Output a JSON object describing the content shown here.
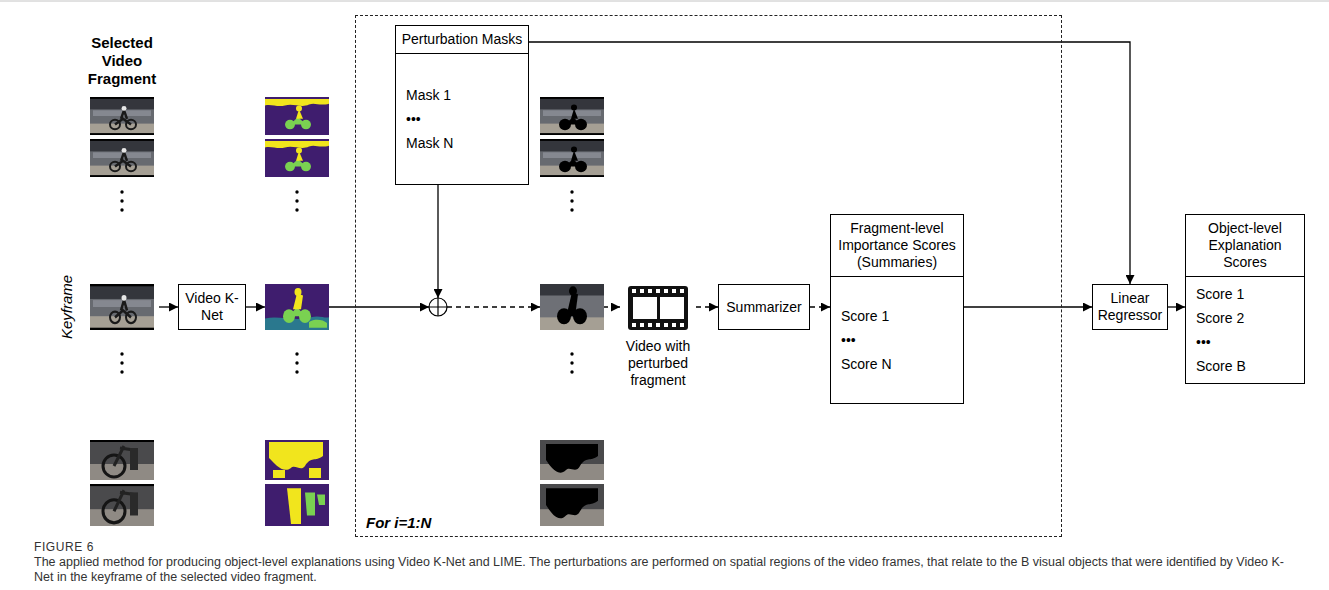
{
  "diagram": {
    "caption": "The applied method for producing object-level explanations using Video K-Net and LIME. The perturbations are performed on spatial regions of the video frames, that relate to the B visual objects that were identified by Video K-Net in the keyframe of the selected video fragment.",
    "nodes": [
      {
        "text": [
          "Selected Video Fragment"
        ]
      },
      {
        "text": [
          "Video K-Net"
        ]
      },
      {
        "text": [
          "For i=1:N"
        ]
      },
      {
        "text": [
          "Perturbation Masks",
          "Mask 1",
          "•••",
          "Mask N"
        ],
        "in": 2
      },
      {
        "text": [
          "Video with perturbed fragment"
        ],
        "in": 2
      },
      {
        "text": [
          "Summarizer"
        ],
        "in": 2
      },
      {
        "text": [
          "Fragment-level Importance Scores (Summaries)",
          "Score 1",
          "•••",
          "Score N"
        ],
        "in": 2
      },
      {
        "text": [
          "Linear Regressor"
        ]
      },
      {
        "text": [
          "Object-level Explanation Scores",
          "Score 1",
          "Score 2",
          "•••",
          "Score B"
        ]
      }
    ],
    "edges": [
      {
        "from": 0,
        "to": 1,
        "arrow": "to"
      },
      {
        "from": 4,
        "to": 5,
        "arrow": "to"
      },
      {
        "from": 5,
        "to": 6,
        "arrow": "to"
      },
      {
        "from": 6,
        "to": 7,
        "arrow": "to"
      },
      {
        "from": 3,
        "to": 7,
        "arrow": "to"
      },
      {
        "from": 7,
        "to": 8,
        "arrow": "to"
      }
    ],
    "labels": [
      "Keyframe",
      "FIGURE 6"
    ]
  }
}
